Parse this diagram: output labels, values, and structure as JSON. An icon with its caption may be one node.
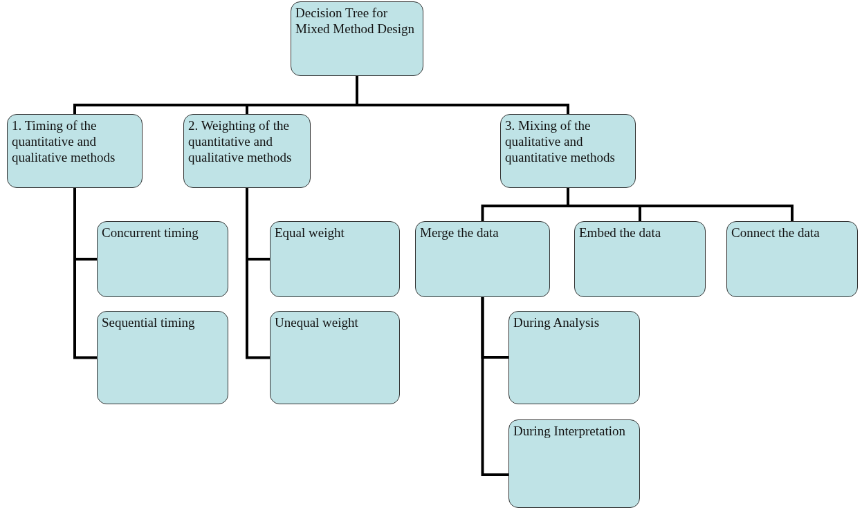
{
  "diagram": {
    "nodes": [
      {
        "text": [
          "Decision Tree for Mixed Method Design"
        ]
      },
      {
        "text": [
          "1. Timing of the quantitative and qualitative methods"
        ]
      },
      {
        "text": [
          "2. Weighting of the quantitative and qualitative methods"
        ]
      },
      {
        "text": [
          "3. Mixing of the qualitative and quantitative methods"
        ]
      },
      {
        "text": [
          "Concurrent timing"
        ]
      },
      {
        "text": [
          "Sequential timing"
        ]
      },
      {
        "text": [
          "Equal weight"
        ]
      },
      {
        "text": [
          "Unequal weight"
        ]
      },
      {
        "text": [
          "Merge the data"
        ]
      },
      {
        "text": [
          "Embed the data"
        ]
      },
      {
        "text": [
          "Connect the data"
        ]
      },
      {
        "text": [
          "During Analysis"
        ]
      },
      {
        "text": [
          "During Interpretation"
        ]
      }
    ],
    "edges": [
      {
        "from": 0,
        "to": 1,
        "arrow": "none"
      },
      {
        "from": 0,
        "to": 2,
        "arrow": "none"
      },
      {
        "from": 0,
        "to": 3,
        "arrow": "none"
      },
      {
        "from": 1,
        "to": 4,
        "arrow": "none"
      },
      {
        "from": 1,
        "to": 5,
        "arrow": "none"
      },
      {
        "from": 2,
        "to": 6,
        "arrow": "none"
      },
      {
        "from": 2,
        "to": 7,
        "arrow": "none"
      },
      {
        "from": 3,
        "to": 8,
        "arrow": "none"
      },
      {
        "from": 3,
        "to": 9,
        "arrow": "none"
      },
      {
        "from": 3,
        "to": 10,
        "arrow": "none"
      },
      {
        "from": 8,
        "to": 11,
        "arrow": "none"
      },
      {
        "from": 8,
        "to": 12,
        "arrow": "none"
      }
    ]
  }
}
